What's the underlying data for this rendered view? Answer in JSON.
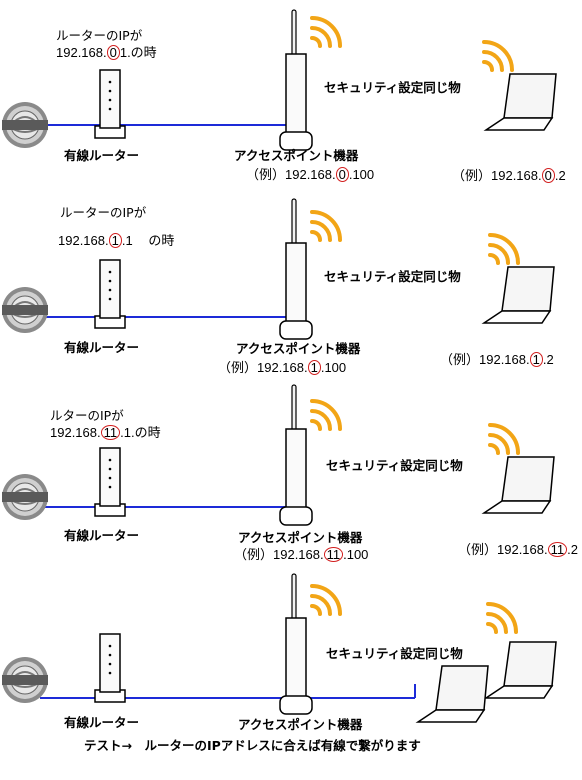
{
  "panels": [
    {
      "router_ip_line1": "ルーターのIPが",
      "router_ip_line2": {
        "pre": "192.168.",
        "mark": "0",
        "post": "1.の時"
      },
      "router_label": "有線ルーター",
      "ap_label": "アクセスポイント機器",
      "ap_example": {
        "pre": "（例）192.168.",
        "mark": "0",
        "post": ".100"
      },
      "security_label": "セキュリティ設定同じ物",
      "client_example": {
        "pre": "（例）192.168.",
        "mark": "0",
        "post": ".2"
      },
      "internet_logo": "InterNet"
    },
    {
      "router_ip_line1": "ルーターのIPが",
      "router_ip_line2": {
        "pre": "192.168.",
        "mark": "1",
        "post": ".1"
      },
      "router_ip_suffix": "の時",
      "router_label": "有線ルーター",
      "ap_label": "アクセスポイント機器",
      "ap_example": {
        "pre": "（例）192.168.",
        "mark": "1",
        "post": ".100"
      },
      "security_label": "セキュリティ設定同じ物",
      "client_example": {
        "pre": "（例）192.168.",
        "mark": "1",
        "post": ".2"
      },
      "internet_logo": "InterNet"
    },
    {
      "router_ip_line1": "ルターのIPが",
      "router_ip_line2": {
        "pre": "192.168.",
        "mark": "11",
        "post": ".1.の時"
      },
      "router_label": "有線ルーター",
      "ap_label": "アクセスポイント機器",
      "ap_example": {
        "pre": "（例）192.168.",
        "mark": "11",
        "post": ".100"
      },
      "security_label": "セキュリティ設定同じ物",
      "client_example": {
        "pre": "（例）192.168.",
        "mark": "11",
        "post": ".2"
      },
      "internet_logo": "InterNet"
    },
    {
      "router_label": "有線ルーター",
      "ap_label": "アクセスポイント機器",
      "security_label": "セキュリティ設定同じ物",
      "test_note": "テスト→　ルーターのIPアドレスに合えば有線で繋がります",
      "internet_logo": "InterNet"
    }
  ],
  "colors": {
    "cable": "#1d2bd8",
    "mark": "#d21f1f",
    "wifi": "#f2a516"
  }
}
